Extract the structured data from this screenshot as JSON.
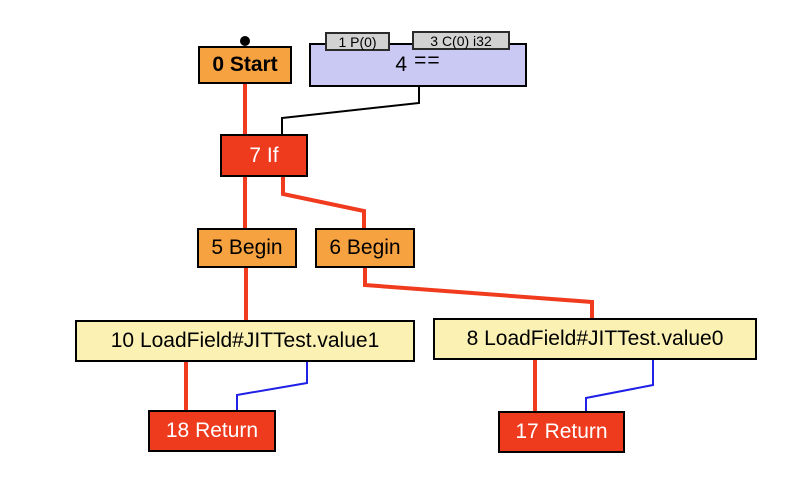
{
  "app": "compiler-ir-graph-view",
  "colors": {
    "background": "#FFFFFF",
    "node_orange": "#F7A240",
    "node_red": "#EE3A1D",
    "node_yellow": "#FAF1B3",
    "node_lavender": "#C9C9F4",
    "slot_gray": "#D2D2D2",
    "edge_red": "#F13B1E",
    "edge_blue": "#2020E6",
    "edge_black": "#000000"
  },
  "graph": {
    "nodes": {
      "start": {
        "label": "0 Start"
      },
      "cmp": {
        "id": "4",
        "op": "==",
        "label": "4 =="
      },
      "slot_p": {
        "label": "1 P(0)"
      },
      "slot_c": {
        "label": "3 C(0) i32"
      },
      "if": {
        "label": "7 If"
      },
      "begin5": {
        "label": "5 Begin"
      },
      "begin6": {
        "label": "6 Begin"
      },
      "load10": {
        "label": "10 LoadField#JITTest.value1"
      },
      "load8": {
        "label": "8 LoadField#JITTest.value0"
      },
      "ret18": {
        "label": "18 Return"
      },
      "ret17": {
        "label": "17 Return"
      }
    },
    "edges": [
      {
        "from": "0 Start",
        "to": "7 If",
        "kind": "control",
        "color": "red"
      },
      {
        "from": "7 If",
        "to": "5 Begin",
        "kind": "control",
        "color": "red"
      },
      {
        "from": "7 If",
        "to": "6 Begin",
        "kind": "control",
        "color": "red"
      },
      {
        "from": "5 Begin",
        "to": "10 LoadField#JITTest.value1",
        "kind": "control",
        "color": "red"
      },
      {
        "from": "10 LoadField#JITTest.value1",
        "to": "18 Return",
        "kind": "control",
        "color": "red"
      },
      {
        "from": "6 Begin",
        "to": "8 LoadField#JITTest.value0",
        "kind": "control",
        "color": "red"
      },
      {
        "from": "8 LoadField#JITTest.value0",
        "to": "17 Return",
        "kind": "control",
        "color": "red"
      },
      {
        "from": "4 ==",
        "to": "7 If",
        "kind": "condition",
        "color": "black"
      },
      {
        "from": "10 LoadField#JITTest.value1",
        "to": "18 Return",
        "kind": "data",
        "color": "blue"
      },
      {
        "from": "8 LoadField#JITTest.value0",
        "to": "17 Return",
        "kind": "data",
        "color": "blue"
      }
    ]
  }
}
